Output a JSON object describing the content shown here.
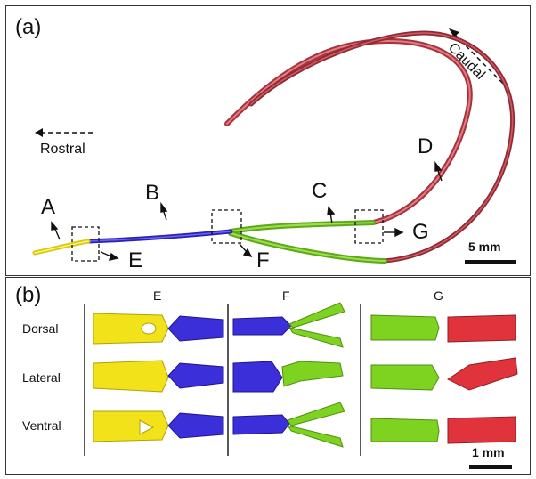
{
  "panel_a": {
    "label": "(a)",
    "caudal": "Caudal",
    "rostral": "Rostral",
    "callouts": [
      "A",
      "B",
      "C",
      "D",
      "E",
      "F",
      "G"
    ],
    "scale_bar": "5 mm"
  },
  "panel_b": {
    "label": "(b)",
    "columns": [
      "E",
      "F",
      "G"
    ],
    "rows": [
      "Dorsal",
      "Lateral",
      "Ventral"
    ],
    "scale_bar": "1 mm"
  },
  "colors": {
    "yellow": "#f2e21a",
    "blue": "#3a2fd8",
    "green": "#7ed321",
    "red": "#e0333c",
    "red_dark": "#a6323c"
  }
}
